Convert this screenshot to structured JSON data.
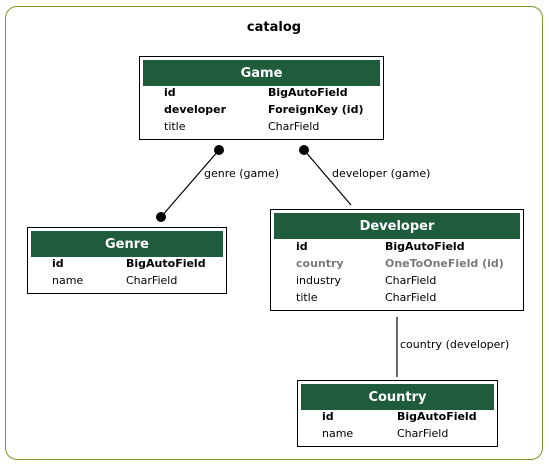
{
  "cluster": {
    "title": "catalog"
  },
  "tables": {
    "game": {
      "name": "Game",
      "fields": [
        {
          "name": "id",
          "type": "BigAutoField"
        },
        {
          "name": "developer",
          "type": "ForeignKey (id)"
        },
        {
          "name": "title",
          "type": "CharField"
        }
      ]
    },
    "genre": {
      "name": "Genre",
      "fields": [
        {
          "name": "id",
          "type": "BigAutoField"
        },
        {
          "name": "name",
          "type": "CharField"
        }
      ]
    },
    "developer": {
      "name": "Developer",
      "fields": [
        {
          "name": "id",
          "type": "BigAutoField"
        },
        {
          "name": "country",
          "type": "OneToOneField (id)"
        },
        {
          "name": "industry",
          "type": "CharField"
        },
        {
          "name": "title",
          "type": "CharField"
        }
      ]
    },
    "country": {
      "name": "Country",
      "fields": [
        {
          "name": "id",
          "type": "BigAutoField"
        },
        {
          "name": "name",
          "type": "CharField"
        }
      ]
    }
  },
  "edges": {
    "genre_game": "genre (game)",
    "developer_game": "developer (game)",
    "country_developer": "country (developer)"
  },
  "colors": {
    "header": "#1e5c3c",
    "cluster_border": "#77992b",
    "muted_text": "#7a7a7a"
  }
}
